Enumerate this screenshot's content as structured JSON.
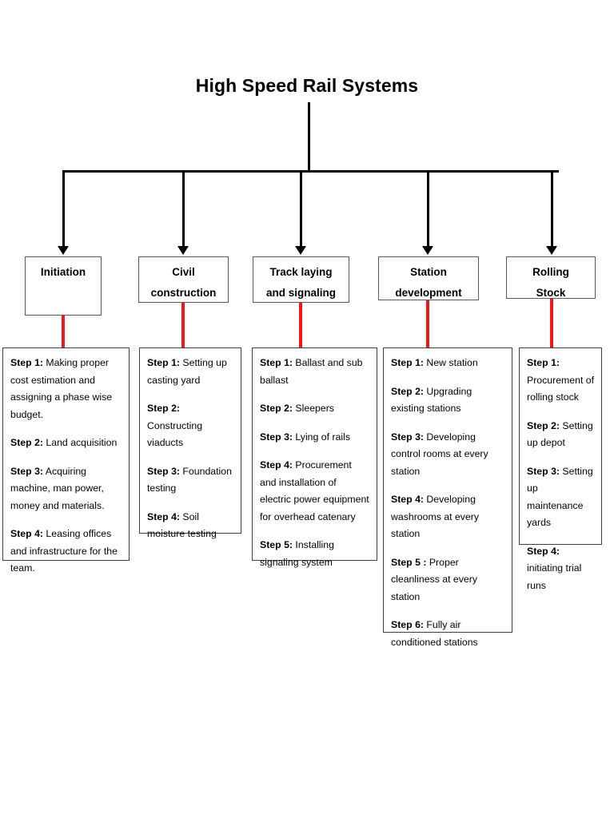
{
  "title": "High Speed Rail Systems",
  "columns": [
    {
      "id": "initiation",
      "heading_lines": [
        "Initiation"
      ],
      "steps": [
        "Step 1: Making proper cost estimation and assigning a phase wise budget.",
        "Step 2: Land acquisition",
        "Step 3: Acquiring machine, man power, money and materials.",
        "Step 4: Leasing offices and infrastructure for the team."
      ]
    },
    {
      "id": "civil-construction",
      "heading_lines": [
        "Civil",
        "construction"
      ],
      "steps": [
        "Step 1: Setting up casting yard",
        "Step 2: Constructing viaducts",
        "Step 3: Foundation testing",
        "Step 4: Soil moisture testing"
      ]
    },
    {
      "id": "track-laying-and-signaling",
      "heading_lines": [
        "Track laying",
        "and signaling"
      ],
      "steps": [
        "Step 1: Ballast and sub ballast",
        "Step 2: Sleepers",
        "Step 3: Lying of rails",
        "Step 4: Procurement and installation of electric power equipment for overhead catenary",
        "Step 5: Installing signaling system"
      ]
    },
    {
      "id": "station-development",
      "heading_lines": [
        "Station",
        "development"
      ],
      "steps": [
        "Step 1: New station",
        "Step 2: Upgrading existing stations",
        "Step 3: Developing control rooms at every station",
        "Step 4: Developing washrooms at every station",
        "Step 5 : Proper cleanliness at every station",
        "Step 6: Fully air conditioned stations"
      ]
    },
    {
      "id": "rolling-stock",
      "heading_lines": [
        "Rolling",
        "Stock"
      ],
      "steps": [
        "Step 1: Procurement of rolling stock",
        "Step 2: Setting up depot",
        "Step 3: Setting up maintenance yards",
        "Step 4: initiating trial runs"
      ]
    }
  ],
  "colors": {
    "connector_black": "#000000",
    "connector_red": "#f41616",
    "box_border": "#595959",
    "background": "#ffffff"
  }
}
